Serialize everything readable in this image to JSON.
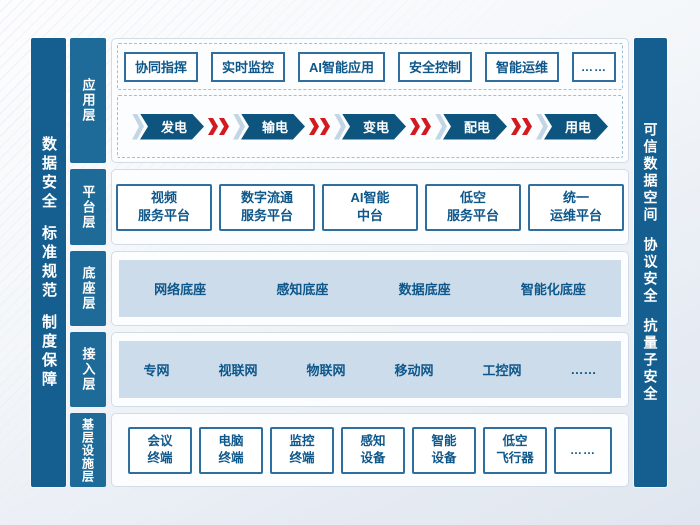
{
  "colors": {
    "bar": "#145f90",
    "label": "#1e6b99",
    "arrow": "#0d547e",
    "blue": "#0e578a",
    "strip": "#cddcea",
    "red": "#d21a1f"
  },
  "left_bar": {
    "items": [
      "数据安全",
      "标准规范",
      "制度保障"
    ]
  },
  "right_bar": {
    "items": [
      "可信数据空间",
      "协议安全",
      "抗量子安全"
    ]
  },
  "layers": [
    {
      "label": "应用层",
      "apps": [
        "协同指挥",
        "实时监控",
        "AI智能应用",
        "安全控制",
        "智能运维",
        "……"
      ],
      "flow": [
        "发电",
        "输电",
        "变电",
        "配电",
        "用电"
      ]
    },
    {
      "label": "平台层",
      "boxes": [
        [
          "视频",
          "服务平台"
        ],
        [
          "数字流通",
          "服务平台"
        ],
        [
          "AI智能",
          "中台"
        ],
        [
          "低空",
          "服务平台"
        ],
        [
          "统一",
          "运维平台"
        ]
      ]
    },
    {
      "label": "底座层",
      "items": [
        "网络底座",
        "感知底座",
        "数据底座",
        "智能化底座"
      ]
    },
    {
      "label": "接入层",
      "items": [
        "专网",
        "视联网",
        "物联网",
        "移动网",
        "工控网",
        "……"
      ]
    },
    {
      "label": "基层设施层",
      "boxes": [
        [
          "会议",
          "终端"
        ],
        [
          "电脑",
          "终端"
        ],
        [
          "监控",
          "终端"
        ],
        [
          "感知",
          "设备"
        ],
        [
          "智能",
          "设备"
        ],
        [
          "低空",
          "飞行器"
        ]
      ],
      "dots": "……"
    }
  ]
}
